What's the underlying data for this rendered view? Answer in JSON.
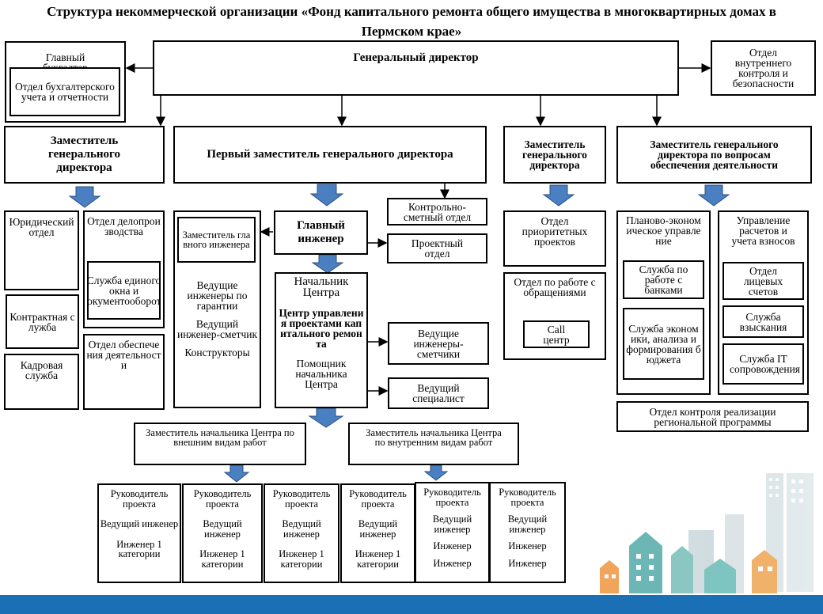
{
  "title": "Структура некоммерческой организации «Фонд капитального ремонта общего имущества в многоквартирных домах в Пермском крае»",
  "top": {
    "general_director": "Генеральный директор",
    "chief_accountant": "Главный бухгалтер",
    "accounting_dept": "Отдел бухгалтерского учета и отчетности",
    "internal_control": "Отдел внутреннего контроля и безопасности"
  },
  "deputies": {
    "deputy_left": "Заместитель генерального директора",
    "first_deputy": "Первый заместитель генерального директора",
    "deputy_right": "Заместитель генерального директора",
    "deputy_support": "Заместитель генерального директора по вопросам обеспечения деятельности"
  },
  "left_units": {
    "legal": "Юридический отдел",
    "contract": "Контрактная служба",
    "hr": "Кадровая служба",
    "records": "Отдел делопроизводства",
    "single_window": "Служба единого окна и документооборота",
    "support": "Отдел обеспечения деятельности"
  },
  "first_deputy_units": {
    "deputy_chief_engineer": "Заместитель главного инженера",
    "warranty": "Ведущие инженеры по гарантии",
    "estimator": "Ведущий инженер-сметчик",
    "constructors": "Конструкторы",
    "chief_engineer": "Главный инженер",
    "estimate_control": "Контрольно-сметный отдел",
    "project_dept": "Проектный отдел"
  },
  "center": {
    "head_label": "Начальник Центра",
    "name": "Центр управления проектами капитального ремонта",
    "assistant": "Помощник начальника Центра",
    "estimators": "Ведущие инженеры-сметчики",
    "lead_specialist": "Ведущий специалист",
    "deputy_external": "Заместитель начальника Центра по внешним видам работ",
    "deputy_internal": "Заместитель начальника Центра по внутренним видам работ"
  },
  "right_units": {
    "priority_projects": "Отдел приоритетных проектов",
    "appeals": "Отдел по работе с обращениями",
    "call_center": "Call центр"
  },
  "support_units": {
    "planning": "Планово-экономическое управление",
    "banks": "Служба по работе с банками",
    "economics": "Служба экономики, анализа и формирования бюджета",
    "settlements": "Управление расчетов и учета взносов",
    "personal_accounts": "Отдел лицевых счетов",
    "collection": "Служба взыскания",
    "it": "Служба IT сопровождения",
    "program_control": "Отдел контроля реализации региональной программы"
  },
  "teams": [
    {
      "lead": "Руководитель проекта",
      "eng": "Ведущий инженер",
      "eng2": "Инженер 1 категории"
    },
    {
      "lead": "Руководитель проекта",
      "eng": "Ведущий инженер",
      "eng2": "Инженер 1 категории"
    },
    {
      "lead": "Руководитель проекта",
      "eng": "Ведущий инженер",
      "eng2": "Инженер 1 категории"
    },
    {
      "lead": "Руководитель проекта",
      "eng": "Ведущий инженер",
      "eng2": "Инженер 1 категории"
    },
    {
      "lead": "Руководитель проекта",
      "eng": "Ведущий инженер",
      "eng2": "Инженер",
      "eng3": "Инженер"
    },
    {
      "lead": "Руководитель проекта",
      "eng": "Ведущий инженер",
      "eng2": "Инженер",
      "eng3": "Инженер"
    }
  ],
  "colors": {
    "arrow_fill": "#4a7fc1",
    "bottom_bar": "#1b6fb5"
  }
}
